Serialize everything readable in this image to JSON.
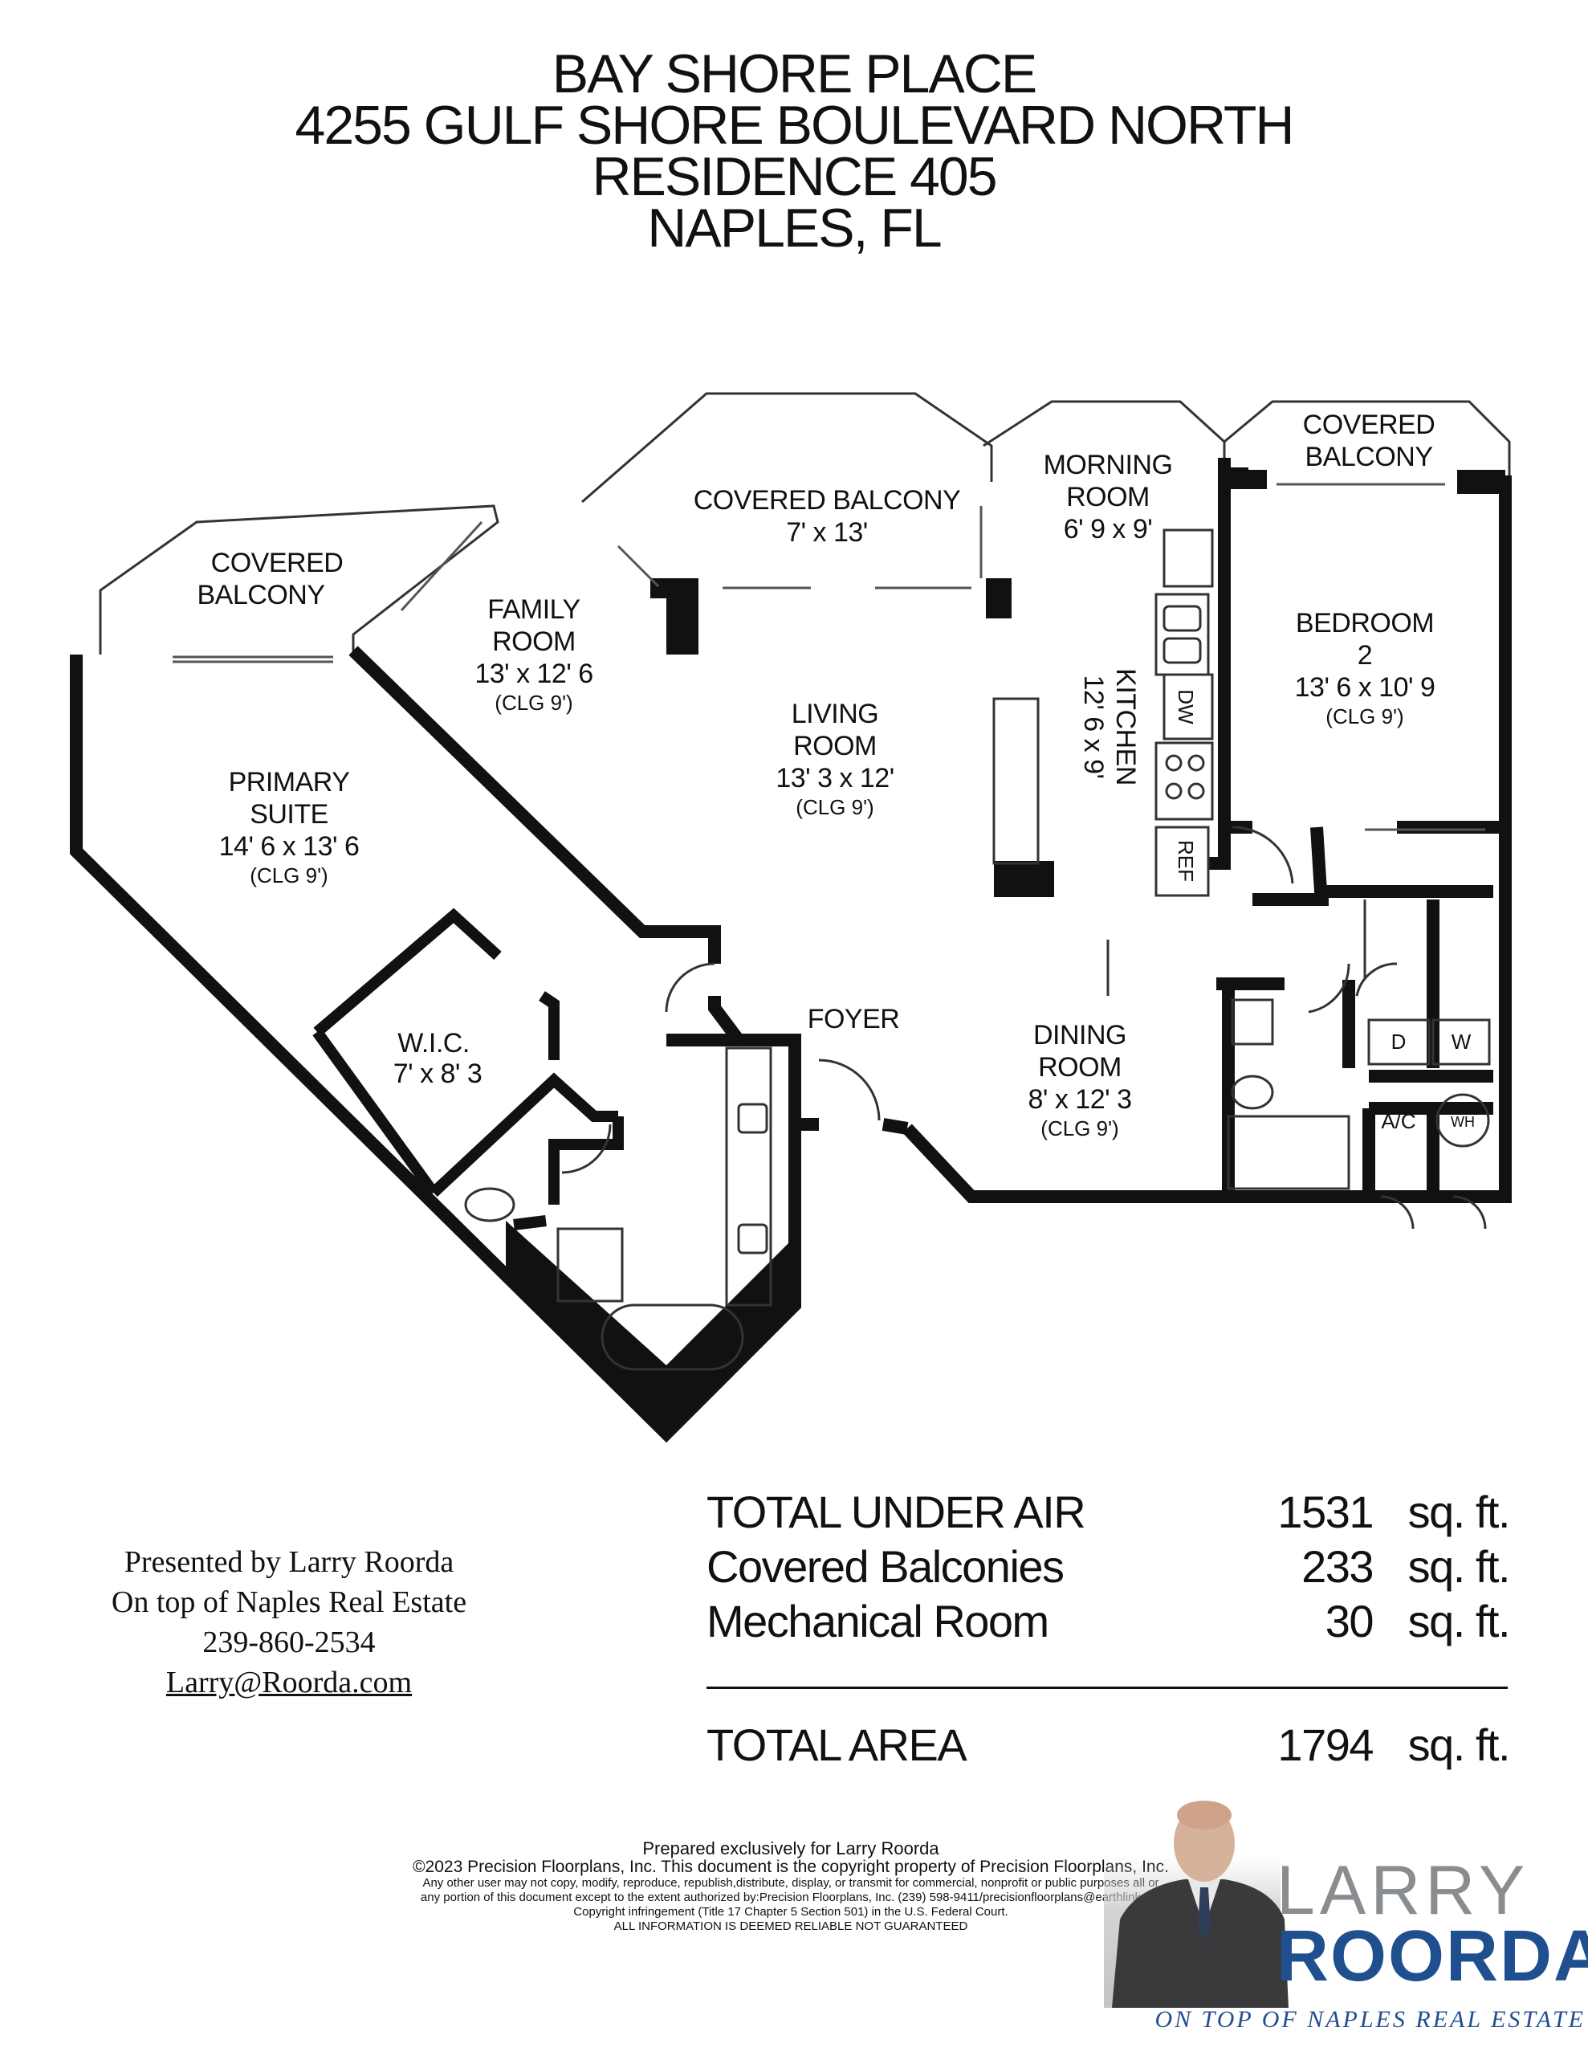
{
  "header": {
    "line1": "BAY SHORE PLACE",
    "line2": "4255 GULF SHORE BOULEVARD NORTH",
    "line3": "RESIDENCE 405",
    "line4": "NAPLES, FL"
  },
  "rooms": {
    "covered_balcony_left": [
      "COVERED",
      "BALCONY"
    ],
    "covered_balcony_center": [
      "COVERED BALCONY",
      "7' x 13'"
    ],
    "covered_balcony_right": [
      "COVERED",
      "BALCONY"
    ],
    "family_room": [
      "FAMILY",
      "ROOM",
      "13' x 12' 6",
      "(CLG 9')"
    ],
    "morning_room": [
      "MORNING",
      "ROOM",
      "6' 9 x 9'"
    ],
    "living_room": [
      "LIVING",
      "ROOM",
      "13' 3 x 12'",
      "(CLG 9')"
    ],
    "kitchen": [
      "KITCHEN",
      "12' 6 x 9'"
    ],
    "bedroom_2": [
      "BEDROOM",
      "2",
      "13' 6 x 10' 9",
      "(CLG 9')"
    ],
    "primary_suite": [
      "PRIMARY",
      "SUITE",
      "14' 6 x 13' 6",
      "(CLG 9')"
    ],
    "wic": [
      "W.I.C.",
      "7' x 8' 3"
    ],
    "foyer": [
      "FOYER"
    ],
    "dining_room": [
      "DINING",
      "ROOM",
      "8' x 12' 3",
      "(CLG 9')"
    ]
  },
  "fixtures": {
    "dw": "DW",
    "ref": "REF",
    "dryer": "D",
    "washer": "W",
    "ac": "A/C",
    "wh": "WH"
  },
  "presenter": {
    "line1": "Presented by Larry Roorda",
    "line2": "On top of Naples Real Estate",
    "phone": "239-860-2534",
    "email": "Larry@Roorda.com"
  },
  "areas": {
    "rows": [
      {
        "label": "TOTAL UNDER AIR",
        "value": "1531",
        "unit": "sq. ft."
      },
      {
        "label": "Covered Balconies",
        "value": "233",
        "unit": "sq. ft."
      },
      {
        "label": "Mechanical Room",
        "value": "30",
        "unit": "sq. ft."
      }
    ],
    "total": {
      "label": "TOTAL AREA",
      "value": "1794",
      "unit": "sq. ft."
    }
  },
  "copyright": {
    "line1": "Prepared exclusively for Larry Roorda",
    "line2": "©2023 Precision Floorplans, Inc.  This document is the copyright property of Precision Floorplans, Inc.",
    "line3": "Any other user may not copy, modify, reproduce, republish,distribute, display, or transmit for commercial, nonprofit or public purposes all or",
    "line4": "any portion of this document except to the extent authorized by:Precision Floorplans, Inc. (239) 598-9411/precisionfloorplans@earthlink.net",
    "line5": "Copyright infringement (Title 17 Chapter 5 Section 501) in the U.S. Federal Court.",
    "line6": "ALL INFORMATION IS DEEMED RELIABLE NOT GUARANTEED"
  },
  "logo": {
    "name_top": "LARRY",
    "name_bottom": "ROORDA",
    "tagline": "ON TOP OF NAPLES REAL ESTATE"
  }
}
